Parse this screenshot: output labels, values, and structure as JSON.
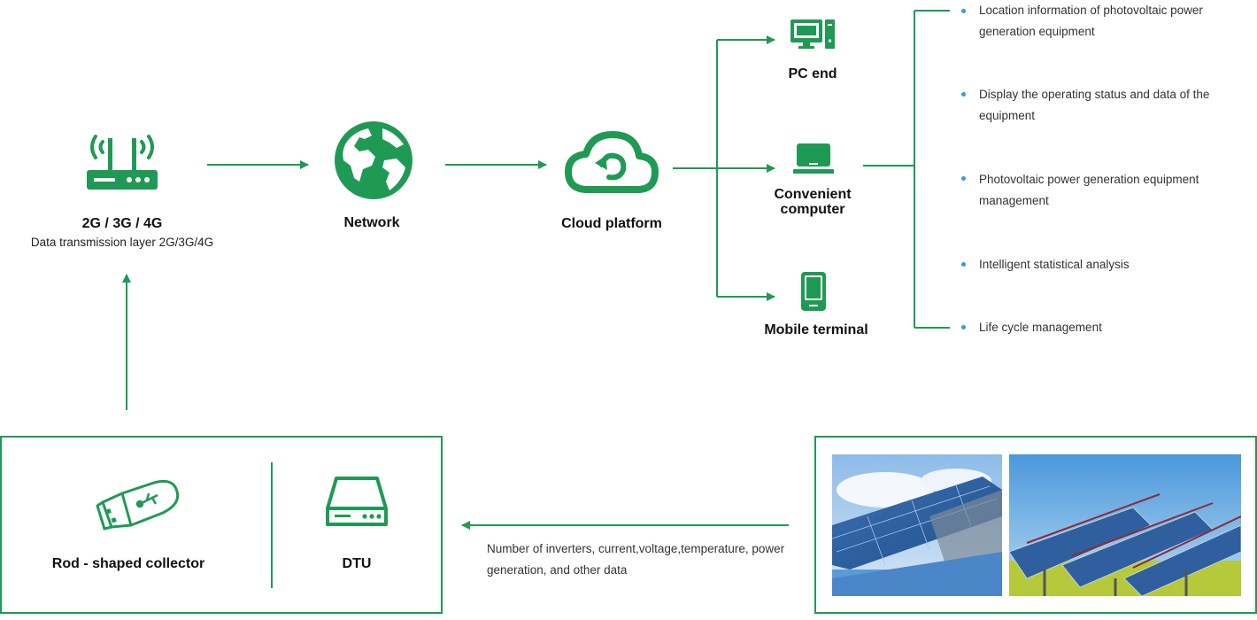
{
  "colors": {
    "accent": "#1f9a55",
    "bullet": "#2e9be6"
  },
  "nodes": {
    "router": {
      "icon": "router-icon",
      "title": "2G / 3G / 4G",
      "subtitle": "Data transmission layer 2G/3G/4G"
    },
    "network": {
      "icon": "globe-icon",
      "title": "Network"
    },
    "cloud": {
      "icon": "cloud-icon",
      "title": "Cloud platform"
    },
    "pc": {
      "icon": "desktop-icon",
      "title": "PC end"
    },
    "laptop": {
      "icon": "laptop-icon",
      "title": "Convenient computer"
    },
    "mobile": {
      "icon": "mobile-icon",
      "title": "Mobile terminal"
    }
  },
  "features": [
    "Location information of photovoltaic power generation equipment",
    "Display the operating status and data of the equipment",
    "Photovoltaic power generation equipment management",
    "Intelligent statistical analysis",
    "Life cycle management"
  ],
  "collectors": {
    "rod": {
      "icon": "usb-collector-icon",
      "title": "Rod - shaped collector"
    },
    "dtu": {
      "icon": "dtu-icon",
      "title": "DTU"
    }
  },
  "data_flow": {
    "text": "Number of inverters, current,voltage,temperature, power generation, and other data"
  },
  "photos": [
    "solar-panels-photo-1",
    "solar-panels-photo-2"
  ]
}
